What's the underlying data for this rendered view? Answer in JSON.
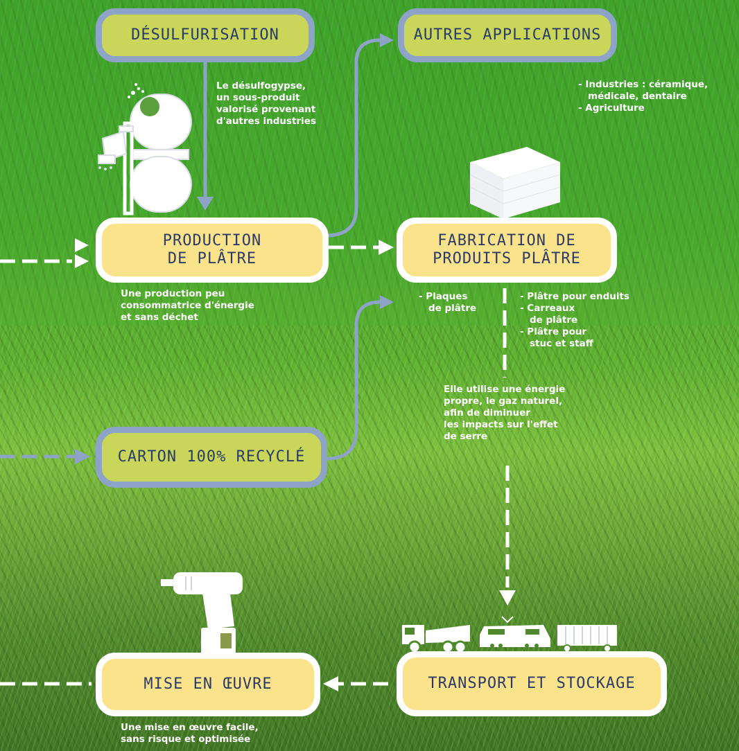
{
  "colors": {
    "blue_box_fill": "#c9d65a",
    "blue_box_border": "#8da3c7",
    "white_box_fill": "#fbe38c",
    "white_box_border": "#ffffff",
    "box_text": "#2c3b66",
    "arrow_blue": "#8da3c7",
    "arrow_white": "#ffffff"
  },
  "boxes": {
    "desulfurisation": "DÉSULFURISATION",
    "autres_applications": "AUTRES APPLICATIONS",
    "production_line1": "PRODUCTION",
    "production_line2": "DE PLÂTRE",
    "fabrication_line1": "FABRICATION DE",
    "fabrication_line2": "PRODUITS PLÂTRE",
    "carton": "CARTON 100% RECYCLÉ",
    "mise_en_oeuvre": "MISE EN ŒUVRE",
    "transport": "TRANSPORT ET STOCKAGE"
  },
  "notes": {
    "desulfo": [
      "Le désulfogypse,",
      "un sous-produit",
      "valorisé provenant",
      "d'autres industries"
    ],
    "autres_apps": [
      "- Industries  :  céramique,",
      "médicale, dentaire",
      "- Agriculture"
    ],
    "production": [
      "Une production peu",
      "consommatrice d'énergie",
      "et sans déchet"
    ],
    "plaques": [
      "- Plaques",
      "de plâtre"
    ],
    "platre_list": [
      "- Plâtre pour enduits",
      "- Carreaux",
      "de plâtre",
      "- Plâtre pour",
      "stuc et staff"
    ],
    "energie": [
      "Elle utilise une énergie",
      "propre, le gaz naturel,",
      "afin de diminuer",
      "les impacts sur l'effet",
      "de serre"
    ],
    "mise_en_oeuvre": [
      "Une mise en œuvre facile,",
      "sans risque et optimisée"
    ]
  },
  "icons": [
    "desulfurisation-plant-icon",
    "plaster-stack-icon",
    "drill-icon",
    "dump-truck-icon",
    "locomotive-icon",
    "freight-wagon-icon"
  ]
}
